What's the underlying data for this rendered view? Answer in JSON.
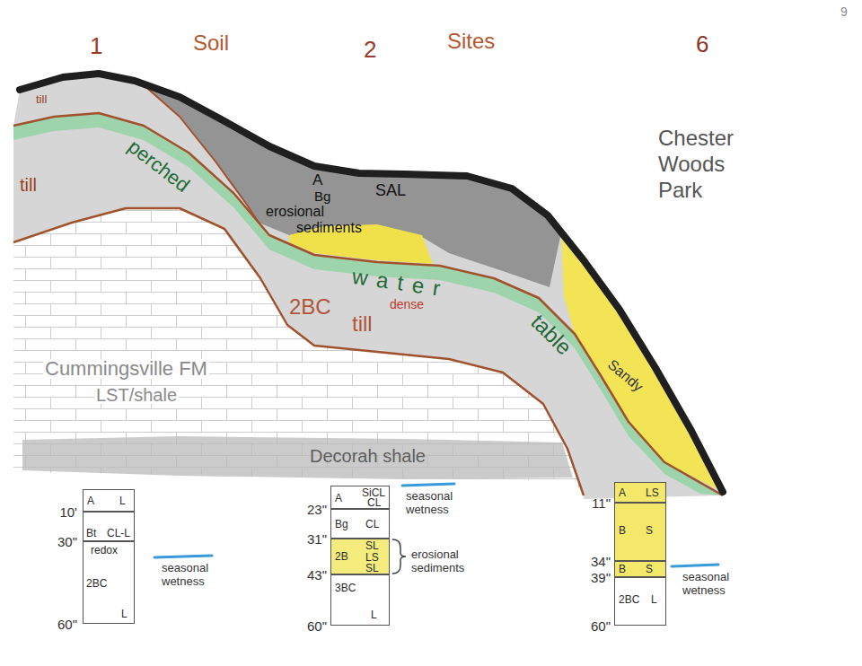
{
  "diagram": {
    "nodes": [
      {
        "text": [
          "A",
          "L"
        ]
      },
      {
        "text": [
          "Bt",
          "CL-L"
        ]
      },
      {
        "text": [
          "redox",
          "2BC",
          "L"
        ]
      },
      {
        "text": [
          "A",
          "SiCL",
          "CL"
        ]
      },
      {
        "text": [
          "Bg",
          "CL"
        ]
      },
      {
        "text": [
          "2B",
          "SL",
          "LS",
          "SL"
        ]
      },
      {
        "text": [
          "3BC",
          "L"
        ]
      },
      {
        "text": [
          "A",
          "LS"
        ]
      },
      {
        "text": [
          "B",
          "S"
        ]
      },
      {
        "text": [
          "B",
          "S"
        ]
      },
      {
        "text": [
          "2BC",
          "L"
        ]
      }
    ],
    "labels": [
      "1",
      "Soil",
      "2",
      "Sites",
      "6",
      "Chester Woods Park",
      "9",
      "till",
      "till",
      "perched",
      "water",
      "table",
      "A",
      "Bg",
      "SAL",
      "erosional",
      "sediments",
      "2BC",
      "dense",
      "till",
      "Cummingsville FM",
      "LST/shale",
      "Decorah shale",
      "Sandy",
      "10'",
      "30\"",
      "60\"",
      "23\"",
      "31\"",
      "43\"",
      "60\"",
      "11\"",
      "34\"",
      "39\"",
      "60\"",
      "seasonal wetness",
      "seasonal wetness",
      "erosional sediments",
      "seasonal wetness"
    ]
  }
}
